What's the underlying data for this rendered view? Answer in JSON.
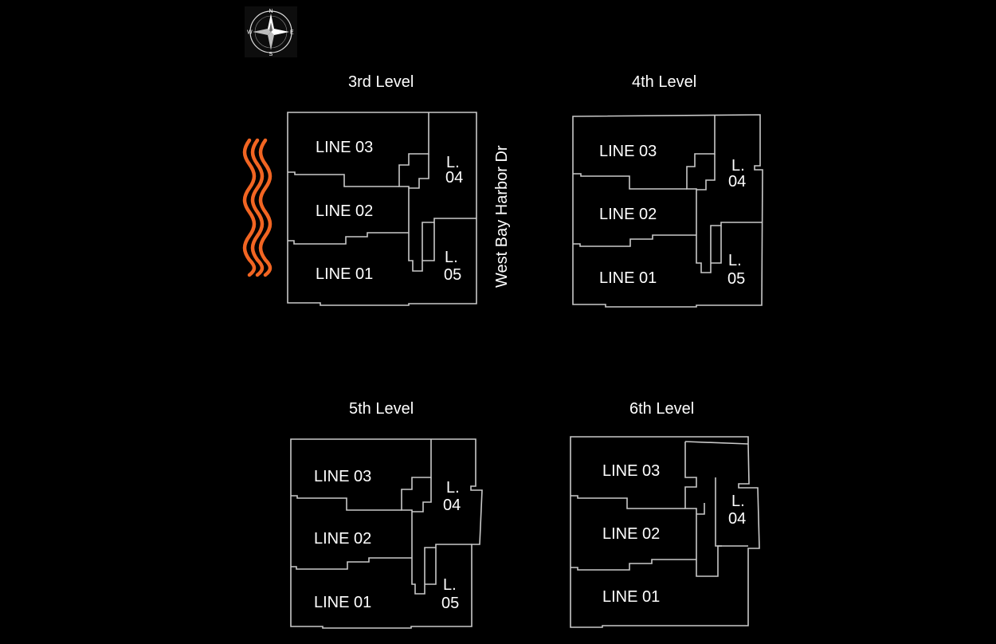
{
  "compass": {
    "icon": "compass-rose-icon",
    "n": "N",
    "s": "S",
    "e": "E",
    "w": "W"
  },
  "water": {
    "icon": "water-waves-icon",
    "color": "#f26522"
  },
  "street_name": "West Bay Harbor Dr",
  "colors": {
    "background": "#000000",
    "outline": "#c9c9c9",
    "text": "#ffffff",
    "accent": "#f26522"
  },
  "levels": [
    {
      "title": "3rd Level",
      "units": {
        "line03": "LINE 03",
        "line02": "LINE 02",
        "line01": "LINE 01",
        "l04a": "L.",
        "l04b": "04",
        "l05a": "L.",
        "l05b": "05"
      }
    },
    {
      "title": "4th Level",
      "units": {
        "line03": "LINE 03",
        "line02": "LINE 02",
        "line01": "LINE 01",
        "l04a": "L.",
        "l04b": "04",
        "l05a": "L.",
        "l05b": "05"
      }
    },
    {
      "title": "5th Level",
      "units": {
        "line03": "LINE 03",
        "line02": "LINE 02",
        "line01": "LINE 01",
        "l04a": "L.",
        "l04b": "04",
        "l05a": "L.",
        "l05b": "05"
      }
    },
    {
      "title": "6th Level",
      "units": {
        "line03": "LINE 03",
        "line02": "LINE 02",
        "line01": "LINE 01",
        "l04a": "L.",
        "l04b": "04"
      }
    }
  ]
}
